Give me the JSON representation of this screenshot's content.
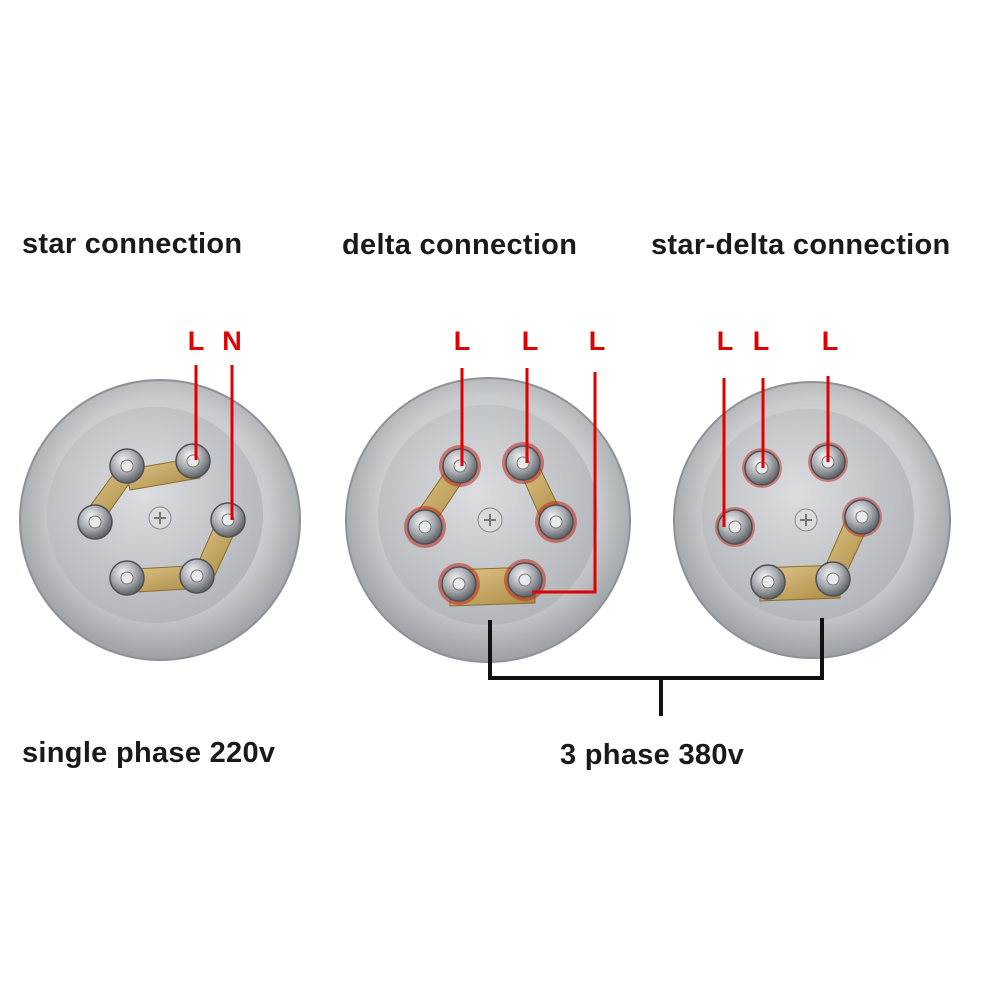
{
  "headings": {
    "star": "star connection",
    "delta": "delta connection",
    "star_delta": "star-delta connection"
  },
  "footers": {
    "single_phase": "single phase 220v",
    "three_phase": "3 phase 380v"
  },
  "wire_labels": {
    "star": [
      "L",
      "N"
    ],
    "delta": [
      "L",
      "L",
      "L"
    ],
    "star_delta": [
      "L",
      "L",
      "L"
    ]
  },
  "colors": {
    "wire_red": "#e00000",
    "bracket_black": "#111111",
    "brass": "#c9a55a",
    "flange": "#b9bcc0",
    "text": "#1a1a1a"
  }
}
